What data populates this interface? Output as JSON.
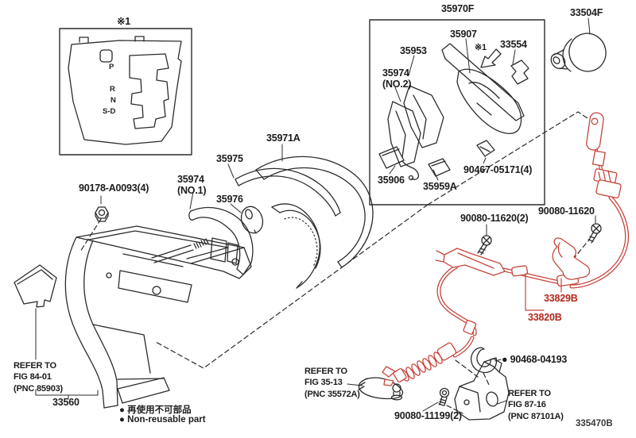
{
  "diagram": {
    "type": "parts-exploded-view",
    "footer_code": "335470B",
    "colors": {
      "line": "#2b2b2b",
      "highlight_part": "#c6453c",
      "highlight_label": "#b5271d"
    },
    "legend": {
      "jp": "● 再使用不可部品",
      "en": "● Non-reusable part"
    },
    "shift_gate": {
      "p": "P",
      "r": "R",
      "n": "N",
      "sd": "S-D"
    },
    "callouts": {
      "inset_marker": "※1",
      "box_assembly": "35970F",
      "p35907": "35907",
      "p35953": "35953",
      "p33554": "33554",
      "p35974_no2": "35974\n(NO.2)",
      "marker_in_box": "※1",
      "p35906": "35906",
      "p35959a": "35959A",
      "p90467": "90467-05171(4)",
      "p33504f": "33504F",
      "p35971a": "35971A",
      "p35975": "35975",
      "p35974_no1": "35974\n(NO.1)",
      "p35976": "35976",
      "p90178": "90178-A0093(4)",
      "refer_fig_84_01": "REFER TO\nFIG 84-01\n(PNC 85903)",
      "p33560": "33560",
      "p90080_11620_2": "90080-11620(2)",
      "p90080_11620": "90080-11620",
      "p33829b": "33829B",
      "p33820b": "33820B",
      "p90468": "● 90468-04193",
      "refer_fig_35_13": "REFER TO\nFIG 35-13\n(PNC 35572A)",
      "p90080_11199": "90080-11199(2)",
      "refer_fig_87_16": "REFER TO\nFIG 87-16\n(PNC 87101A)"
    }
  }
}
